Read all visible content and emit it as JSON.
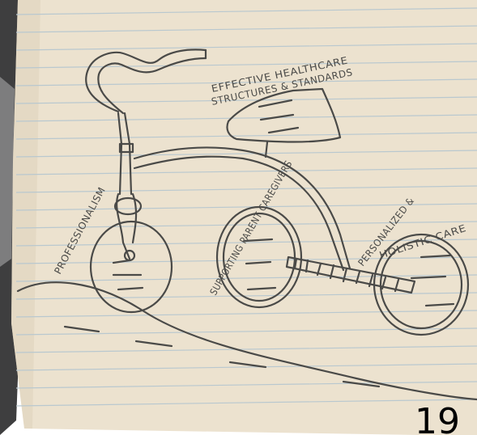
{
  "labels": {
    "top1": "EFFECTIVE HEALTHCARE",
    "top2": "STRUCTURES & STANDARDS",
    "left": "PROFESSIONALISM",
    "middle": "SUPPORTING PARENT CAREGIVERS",
    "right1": "PERSONALIZED &",
    "right2": "HOLISTIC CARE"
  },
  "page_number": "19",
  "colors": {
    "paper": "#ece2cf",
    "pencil": "#4a4a48",
    "rule": "#b9c8cf",
    "dark_border": "#3e3e3f"
  }
}
